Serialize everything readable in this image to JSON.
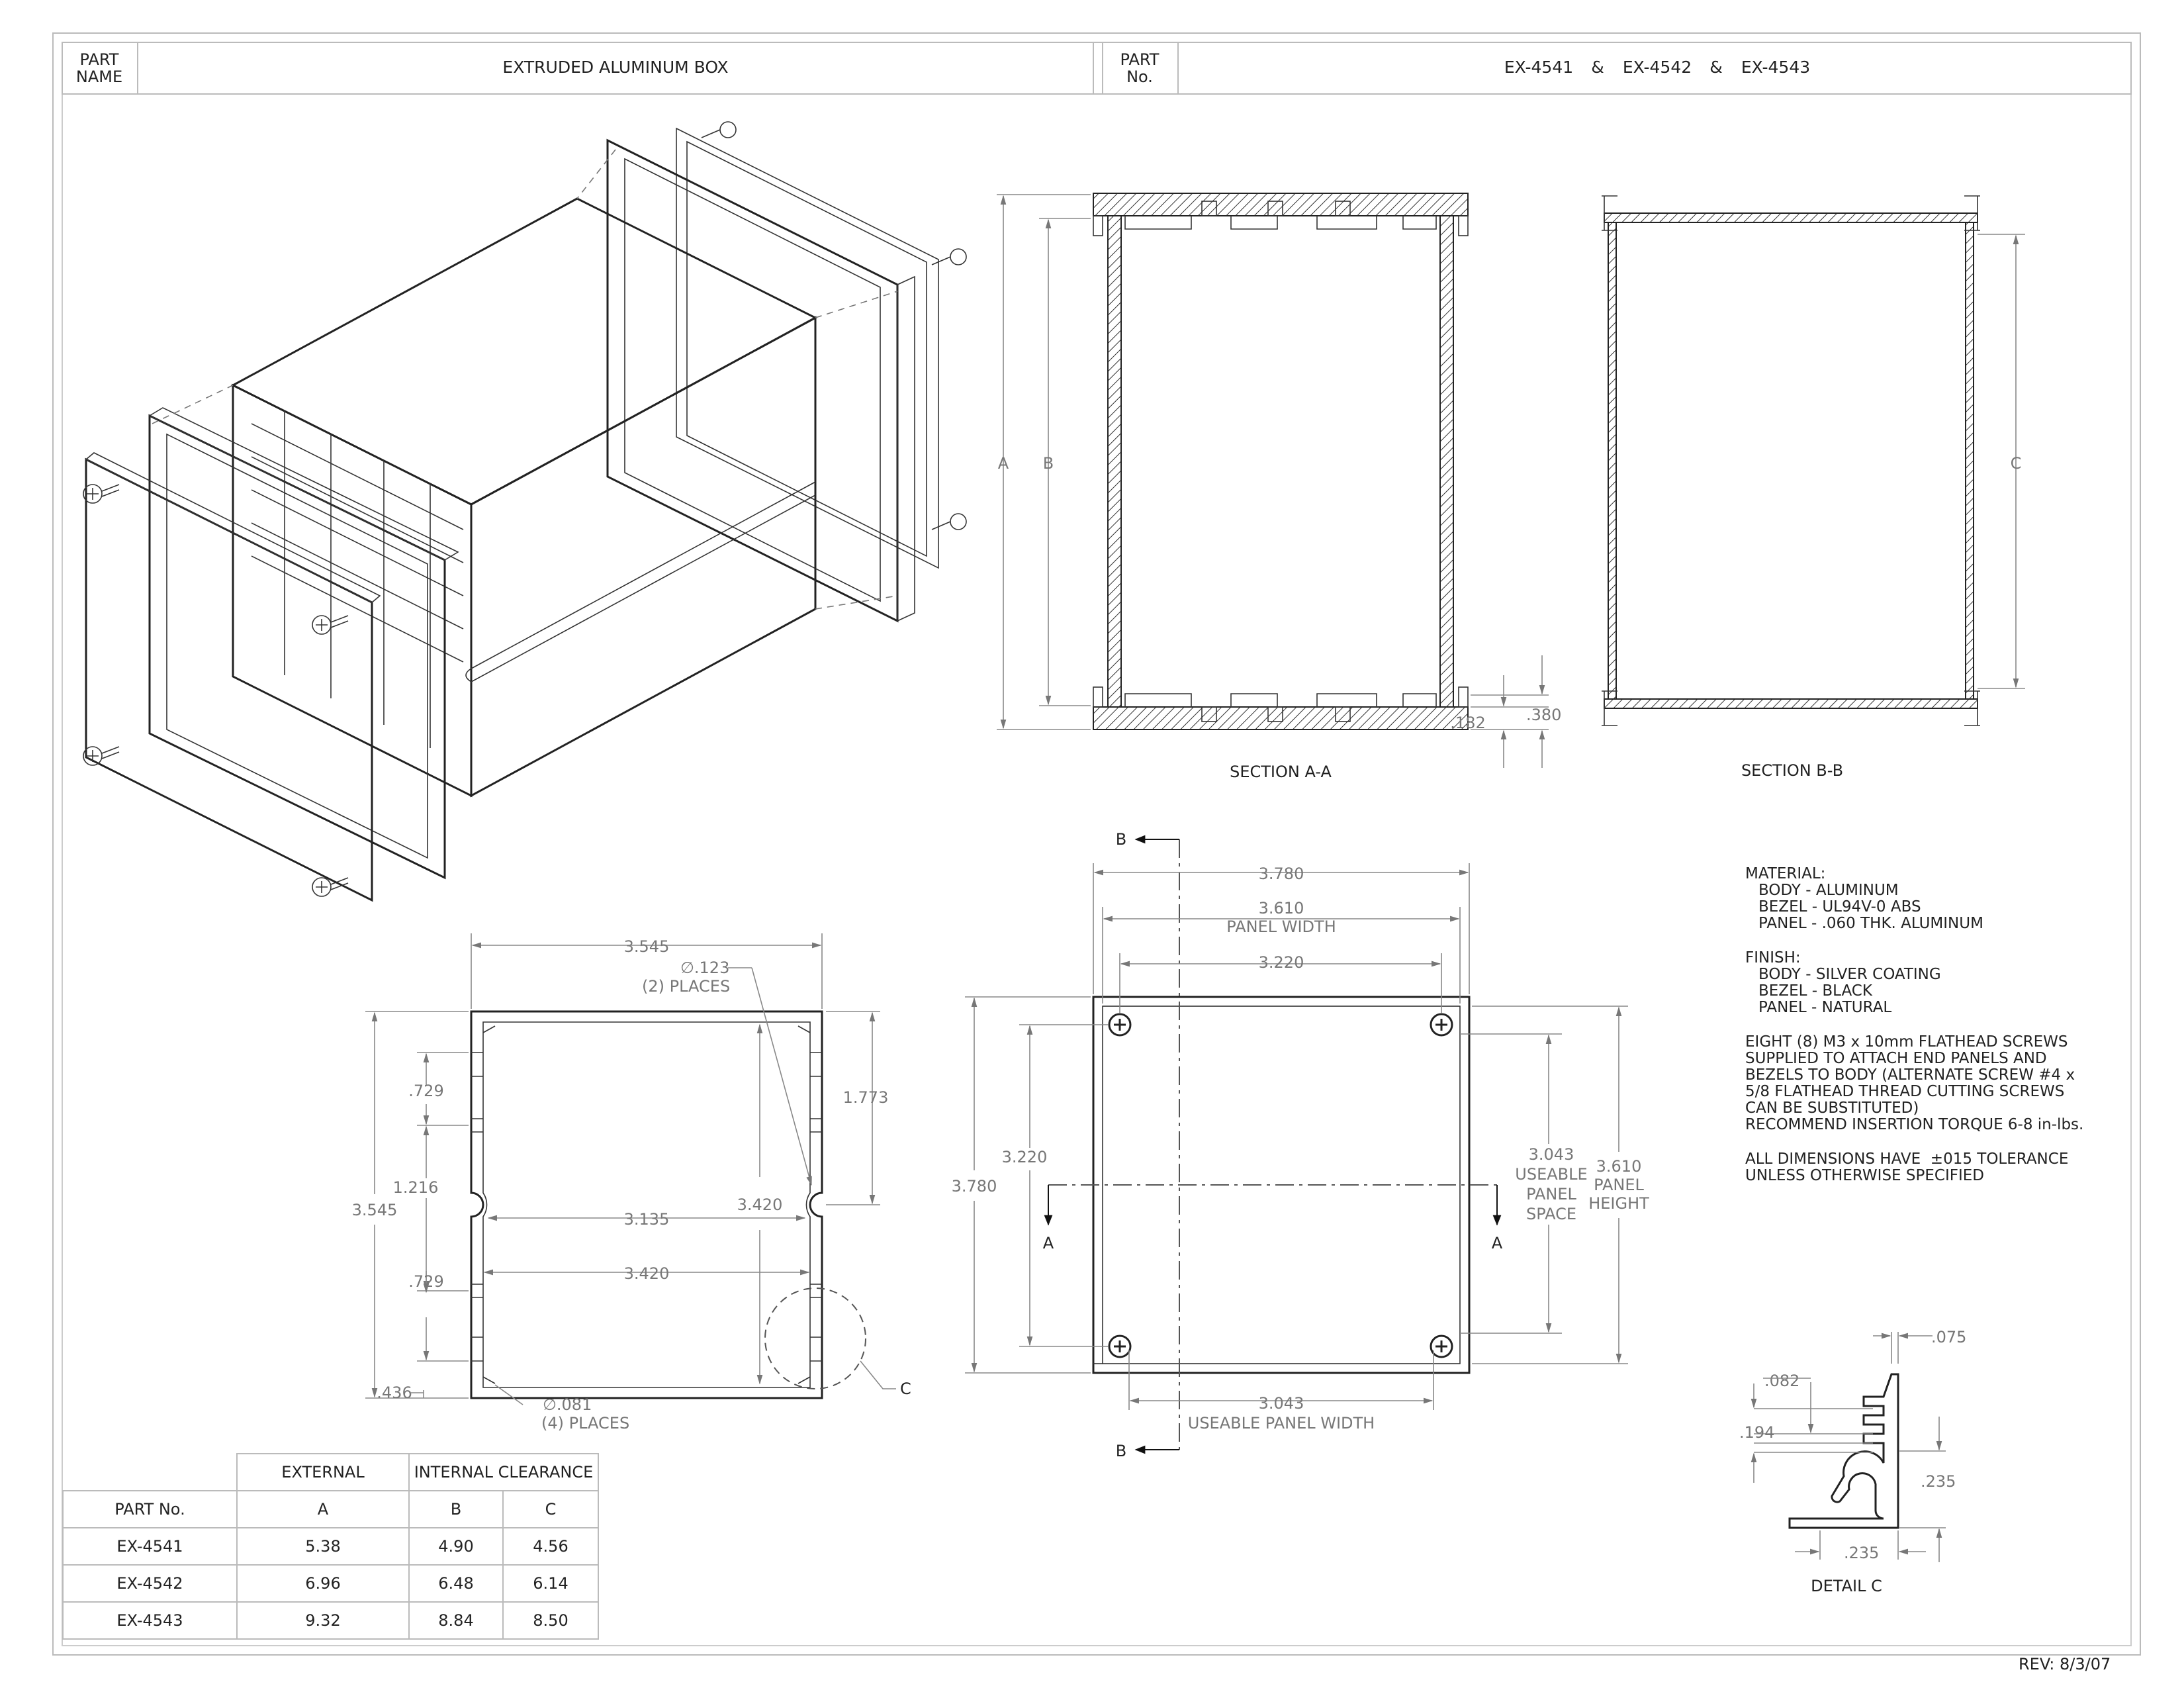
{
  "title_block": {
    "part_name_label": "PART NAME",
    "part_name": "EXTRUDED ALUMINUM BOX",
    "part_no_label": "PART No.",
    "part_numbers": [
      "EX-4541",
      "EX-4542",
      "EX-4543"
    ],
    "separator": "&"
  },
  "sections": {
    "aa_title": "SECTION A-A",
    "bb_title": "SECTION B-B",
    "detail_title": "DETAIL C",
    "label_a": "A",
    "label_b": "B",
    "label_c": "C",
    "aa_dim_182": ".182",
    "aa_dim_380": ".380"
  },
  "profile_view": {
    "width_top": "3.545",
    "hole_123": "∅.123",
    "hole_123_places": "(2) PLACES",
    "height_left": "3.545",
    "dim_729_top": ".729",
    "dim_1216": "1.216",
    "dim_729_bottom": ".729",
    "dim_436": ".436",
    "dim_1773": "1.773",
    "dim_3420_vertical": "3.420",
    "dim_3135": "3.135",
    "dim_3420_horizontal": "3.420",
    "hole_081": "∅.081",
    "hole_081_places": "(4) PLACES",
    "detail_callout": "C"
  },
  "front_view": {
    "dim_3780_top": "3.780",
    "dim_3610": "3.610",
    "panel_width": "PANEL WIDTH",
    "dim_3220_top": "3.220",
    "dim_3220_left": "3.220",
    "dim_3780_left": "3.780",
    "dim_3043_right": "3.043",
    "useable": "USEABLE",
    "panel": "PANEL",
    "space": "SPACE",
    "dim_3610_right": "3.610",
    "height": "HEIGHT",
    "dim_3043_bottom": "3.043",
    "useable_panel_width": "USEABLE PANEL WIDTH",
    "cut_a": "A",
    "cut_b": "B"
  },
  "detail_c": {
    "dim_075": ".075",
    "dim_082": ".082",
    "dim_194": ".194",
    "dim_235_vertical": ".235",
    "dim_235_horizontal": ".235"
  },
  "notes": {
    "material_title": "MATERIAL:",
    "material_body": "BODY - ALUMINUM",
    "material_bezel": "BEZEL - UL94V-0 ABS",
    "material_panel": "PANEL - .060 THK. ALUMINUM",
    "finish_title": "FINISH:",
    "finish_body": "BODY - SILVER COATING",
    "finish_bezel": "BEZEL - BLACK",
    "finish_panel": "PANEL - NATURAL",
    "screws_1": "EIGHT (8) M3 x 10mm FLATHEAD SCREWS",
    "screws_2": "SUPPLIED TO ATTACH END PANELS AND",
    "screws_3": "BEZELS TO BODY (ALTERNATE SCREW #4 x",
    "screws_4": "5/8 FLATHEAD THREAD CUTTING SCREWS",
    "screws_5": "CAN BE SUBSTITUTED)",
    "screws_6": "RECOMMEND INSERTION TORQUE 6-8 in-lbs.",
    "tolerance_1": "ALL DIMENSIONS HAVE  ±015 TOLERANCE",
    "tolerance_2": "UNLESS OTHERWISE SPECIFIED"
  },
  "table": {
    "header_external": "EXTERNAL",
    "header_internal": "INTERNAL CLEARANCE",
    "header_partno": "PART No.",
    "col_a": "A",
    "col_b": "B",
    "col_c": "C",
    "rows": [
      {
        "part": "EX-4541",
        "a": "5.38",
        "b": "4.90",
        "c": "4.56"
      },
      {
        "part": "EX-4542",
        "a": "6.96",
        "b": "6.48",
        "c": "6.14"
      },
      {
        "part": "EX-4543",
        "a": "9.32",
        "b": "8.84",
        "c": "8.50"
      }
    ]
  },
  "revision": "REV: 8/3/07"
}
